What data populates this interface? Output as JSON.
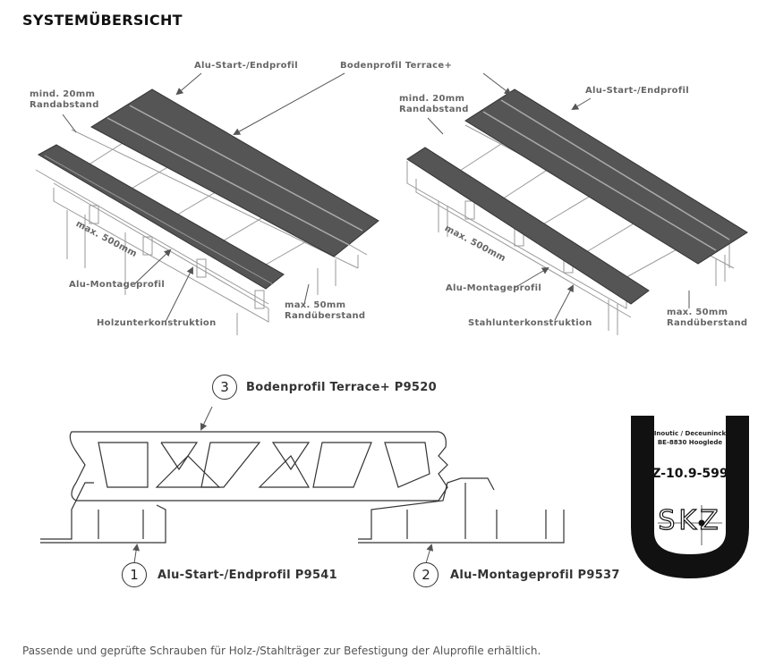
{
  "title": "SYSTEMÜBERSICHT",
  "left_diagram": {
    "start_end": "Alu-Start-/Endprofil",
    "bodenprofil": "Bodenprofil Terrace+",
    "min_gap_1": "mind. 20mm",
    "min_gap_2": "Randabstand",
    "spacing": "max. 500mm",
    "montage": "Alu-Montageprofil",
    "substructure": "Holzunterkonstruktion",
    "overhang_1": "max. 50mm",
    "overhang_2": "Randüberstand"
  },
  "right_diagram": {
    "start_end": "Alu-Start-/Endprofil",
    "min_gap_1": "mind. 20mm",
    "min_gap_2": "Randabstand",
    "spacing": "max. 500mm",
    "montage": "Alu-Montageprofil",
    "substructure": "Stahlunterkonstruktion",
    "overhang_1": "max. 50mm",
    "overhang_2": "Randüberstand"
  },
  "section": {
    "items": [
      {
        "num": "1",
        "label": "Alu-Start-/Endprofil P9541"
      },
      {
        "num": "2",
        "label": "Alu-Montageprofil P9537"
      },
      {
        "num": "3",
        "label": "Bodenprofil Terrace+ P9520"
      }
    ]
  },
  "certificate": {
    "line1": "Inoutic / Deceuninck",
    "line2": "BE-8830 Hooglede",
    "number": "Z-10.9-599",
    "mark": "SKZ"
  },
  "footer": "Passende und geprüfte Schrauben für Holz-/Stahlträger zur Befestigung der Aluprofile erhältlich."
}
